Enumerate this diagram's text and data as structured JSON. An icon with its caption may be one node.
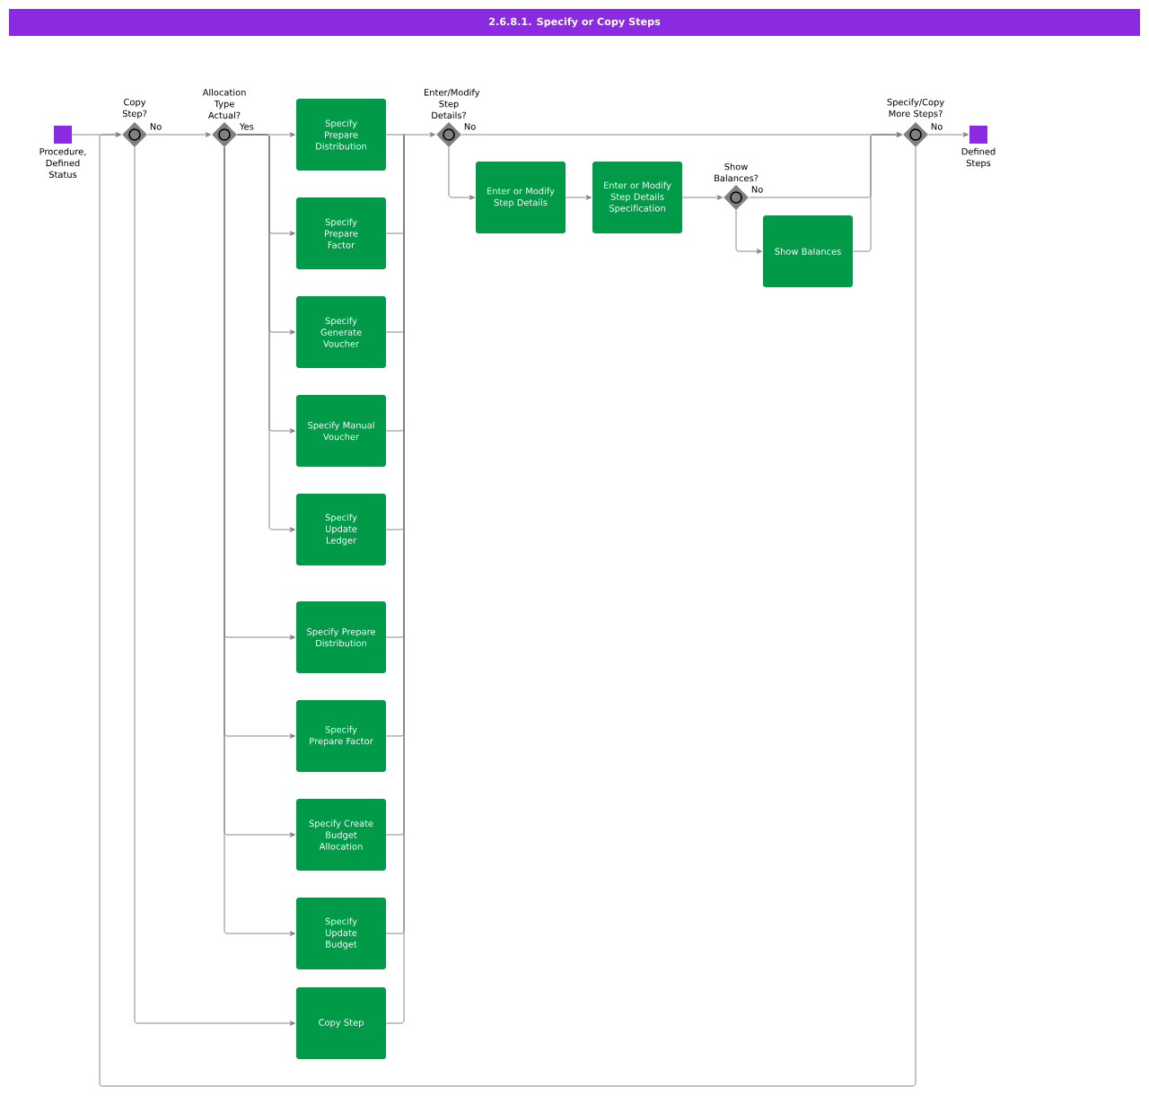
{
  "diagram": {
    "title": "2.6.8.1. Specify or Copy Steps",
    "nodes": [
      {
        "text": [
          "Procedure, Defined Status"
        ]
      },
      {
        "text": [
          "Copy Step?"
        ]
      },
      {
        "text": [
          "Allocation Type Actual?"
        ]
      },
      {
        "text": [
          "Specify Prepare Distribution"
        ]
      },
      {
        "text": [
          "Specify Prepare Factor"
        ]
      },
      {
        "text": [
          "Specify Generate Voucher"
        ]
      },
      {
        "text": [
          "Specify Manual Voucher"
        ]
      },
      {
        "text": [
          "Specify Update Ledger"
        ]
      },
      {
        "text": [
          "Specify Prepare Distribution"
        ]
      },
      {
        "text": [
          "Specify Prepare Factor"
        ]
      },
      {
        "text": [
          "Specify Create Budget Allocation"
        ]
      },
      {
        "text": [
          "Specify Update Budget"
        ]
      },
      {
        "text": [
          "Copy Step"
        ]
      },
      {
        "text": [
          "Enter/Modify Step Details?"
        ]
      },
      {
        "text": [
          "Enter or Modify Step Details"
        ]
      },
      {
        "text": [
          "Enter or Modify Step Details Specification"
        ]
      },
      {
        "text": [
          "Show Balances?"
        ]
      },
      {
        "text": [
          "Show Balances"
        ]
      },
      {
        "text": [
          "Specify/Copy More Steps?"
        ]
      },
      {
        "text": [
          "Defined Steps"
        ]
      }
    ],
    "edges": [
      {
        "from": 0,
        "to": 1,
        "arrow": "to"
      },
      {
        "from": 1,
        "to": 2,
        "arrow": "to",
        "label": "No"
      },
      {
        "from": 1,
        "to": 12,
        "arrow": "to"
      },
      {
        "from": 2,
        "to": 3,
        "arrow": "to",
        "label": "Yes"
      },
      {
        "from": 2,
        "to": 4,
        "arrow": "to"
      },
      {
        "from": 2,
        "to": 5,
        "arrow": "to"
      },
      {
        "from": 2,
        "to": 6,
        "arrow": "to"
      },
      {
        "from": 2,
        "to": 7,
        "arrow": "to"
      },
      {
        "from": 2,
        "to": 8,
        "arrow": "to"
      },
      {
        "from": 2,
        "to": 9,
        "arrow": "to"
      },
      {
        "from": 2,
        "to": 10,
        "arrow": "to"
      },
      {
        "from": 2,
        "to": 11,
        "arrow": "to"
      },
      {
        "from": 3,
        "to": 13,
        "arrow": "to"
      },
      {
        "from": 4,
        "to": 13,
        "arrow": "to"
      },
      {
        "from": 5,
        "to": 13,
        "arrow": "to"
      },
      {
        "from": 6,
        "to": 13,
        "arrow": "to"
      },
      {
        "from": 7,
        "to": 13,
        "arrow": "to"
      },
      {
        "from": 8,
        "to": 13,
        "arrow": "to"
      },
      {
        "from": 9,
        "to": 13,
        "arrow": "to"
      },
      {
        "from": 10,
        "to": 13,
        "arrow": "to"
      },
      {
        "from": 11,
        "to": 13,
        "arrow": "to"
      },
      {
        "from": 12,
        "to": 13,
        "arrow": "to"
      },
      {
        "from": 13,
        "to": 18,
        "arrow": "to",
        "label": "No"
      },
      {
        "from": 13,
        "to": 14,
        "arrow": "to"
      },
      {
        "from": 14,
        "to": 15,
        "arrow": "to"
      },
      {
        "from": 15,
        "to": 16,
        "arrow": "to"
      },
      {
        "from": 16,
        "to": 18,
        "arrow": "to",
        "label": "No"
      },
      {
        "from": 16,
        "to": 17,
        "arrow": "to"
      },
      {
        "from": 17,
        "to": 18,
        "arrow": "to"
      },
      {
        "from": 18,
        "to": 19,
        "arrow": "to",
        "label": "No"
      },
      {
        "from": 18,
        "to": 1,
        "arrow": "to"
      }
    ]
  }
}
